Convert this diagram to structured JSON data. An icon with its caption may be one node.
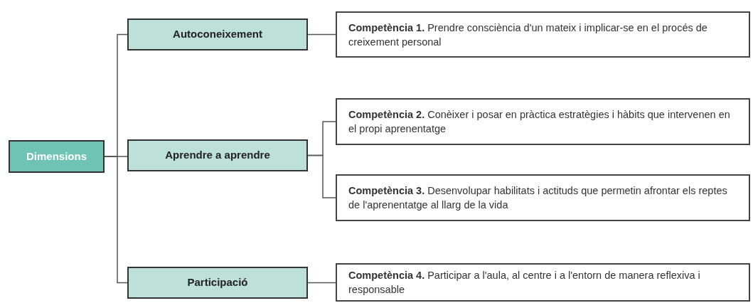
{
  "diagram": {
    "nodes": [
      {
        "text": [
          "Dimensions"
        ]
      },
      {
        "text": [
          "Autoconeixement"
        ]
      },
      {
        "text": [
          "**Competència 1.** Prendre consciència d'un mateix i implicar-se en el procés de creixement personal"
        ]
      },
      {
        "text": [
          "Aprendre a aprendre"
        ]
      },
      {
        "text": [
          "**Competència 2.** Conèixer i posar en pràctica estratègies i hàbits que intervenen en el propi aprenentatge"
        ]
      },
      {
        "text": [
          "**Competència 3.** Desenvolupar habilitats i actituds que permetin afrontar els reptes de l'aprenentatge al llarg de la vida"
        ]
      },
      {
        "text": [
          "Participació"
        ]
      },
      {
        "text": [
          "**Competència 4.** Participar a l'aula, al centre i a l'entorn de manera reflexiva i responsable"
        ]
      }
    ],
    "edges": [
      {
        "from": 0,
        "to": 1,
        "arrow": "none"
      },
      {
        "from": 0,
        "to": 3,
        "arrow": "none"
      },
      {
        "from": 0,
        "to": 6,
        "arrow": "none"
      },
      {
        "from": 1,
        "to": 2,
        "arrow": "none"
      },
      {
        "from": 3,
        "to": 4,
        "arrow": "none"
      },
      {
        "from": 3,
        "to": 5,
        "arrow": "none"
      },
      {
        "from": 6,
        "to": 7,
        "arrow": "none"
      }
    ]
  }
}
